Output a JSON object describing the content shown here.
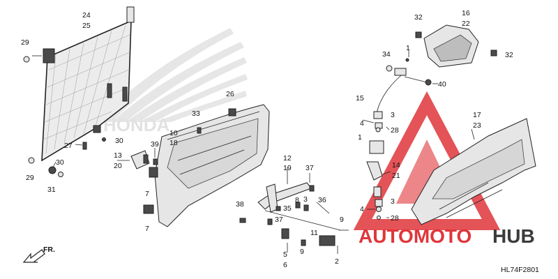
{
  "watermark": {
    "brand_auto": "AUTOMOTO",
    "brand_hub": "HUB",
    "faded_logo_text": "HONDA",
    "colors": {
      "red": "#e0363a",
      "dark": "#3b3b3b",
      "faded": "#e4e4e4"
    }
  },
  "diagram_code": "HL74F2801",
  "direction_label": "FR.",
  "callouts": [
    {
      "id": "c24",
      "text": "24"
    },
    {
      "id": "c25",
      "text": "25"
    },
    {
      "id": "c29a",
      "text": "29"
    },
    {
      "id": "c27",
      "text": "27"
    },
    {
      "id": "c30a",
      "text": "30"
    },
    {
      "id": "c29b",
      "text": "29"
    },
    {
      "id": "c30b",
      "text": "30"
    },
    {
      "id": "c31",
      "text": "31"
    },
    {
      "id": "c26",
      "text": "26"
    },
    {
      "id": "c33",
      "text": "33"
    },
    {
      "id": "c10",
      "text": "10"
    },
    {
      "id": "c18",
      "text": "18"
    },
    {
      "id": "c13",
      "text": "13"
    },
    {
      "id": "c20",
      "text": "20"
    },
    {
      "id": "c39",
      "text": "39"
    },
    {
      "id": "c7a",
      "text": "7"
    },
    {
      "id": "c7b",
      "text": "7"
    },
    {
      "id": "c12",
      "text": "12"
    },
    {
      "id": "c19",
      "text": "19"
    },
    {
      "id": "c37a",
      "text": "37"
    },
    {
      "id": "c38",
      "text": "38"
    },
    {
      "id": "c8",
      "text": "8"
    },
    {
      "id": "c35",
      "text": "35"
    },
    {
      "id": "c36",
      "text": "36"
    },
    {
      "id": "c37b",
      "text": "37"
    },
    {
      "id": "c3a",
      "text": "3"
    },
    {
      "id": "c9a",
      "text": "9"
    },
    {
      "id": "c11",
      "text": "11"
    },
    {
      "id": "c5",
      "text": "5"
    },
    {
      "id": "c6",
      "text": "6"
    },
    {
      "id": "c9b",
      "text": "9"
    },
    {
      "id": "c2",
      "text": "2"
    },
    {
      "id": "c32a",
      "text": "32"
    },
    {
      "id": "c16",
      "text": "16"
    },
    {
      "id": "c22",
      "text": "22"
    },
    {
      "id": "c1a",
      "text": "1"
    },
    {
      "id": "c34",
      "text": "34"
    },
    {
      "id": "c32b",
      "text": "32"
    },
    {
      "id": "c40",
      "text": "40"
    },
    {
      "id": "c15",
      "text": "15"
    },
    {
      "id": "c3b",
      "text": "3"
    },
    {
      "id": "c4a",
      "text": "4"
    },
    {
      "id": "c28a",
      "text": "28"
    },
    {
      "id": "c1b",
      "text": "1"
    },
    {
      "id": "c17",
      "text": "17"
    },
    {
      "id": "c23",
      "text": "23"
    },
    {
      "id": "c14",
      "text": "14"
    },
    {
      "id": "c21",
      "text": "21"
    },
    {
      "id": "c3c",
      "text": "3"
    },
    {
      "id": "c4b",
      "text": "4"
    },
    {
      "id": "c28b",
      "text": "28"
    }
  ]
}
